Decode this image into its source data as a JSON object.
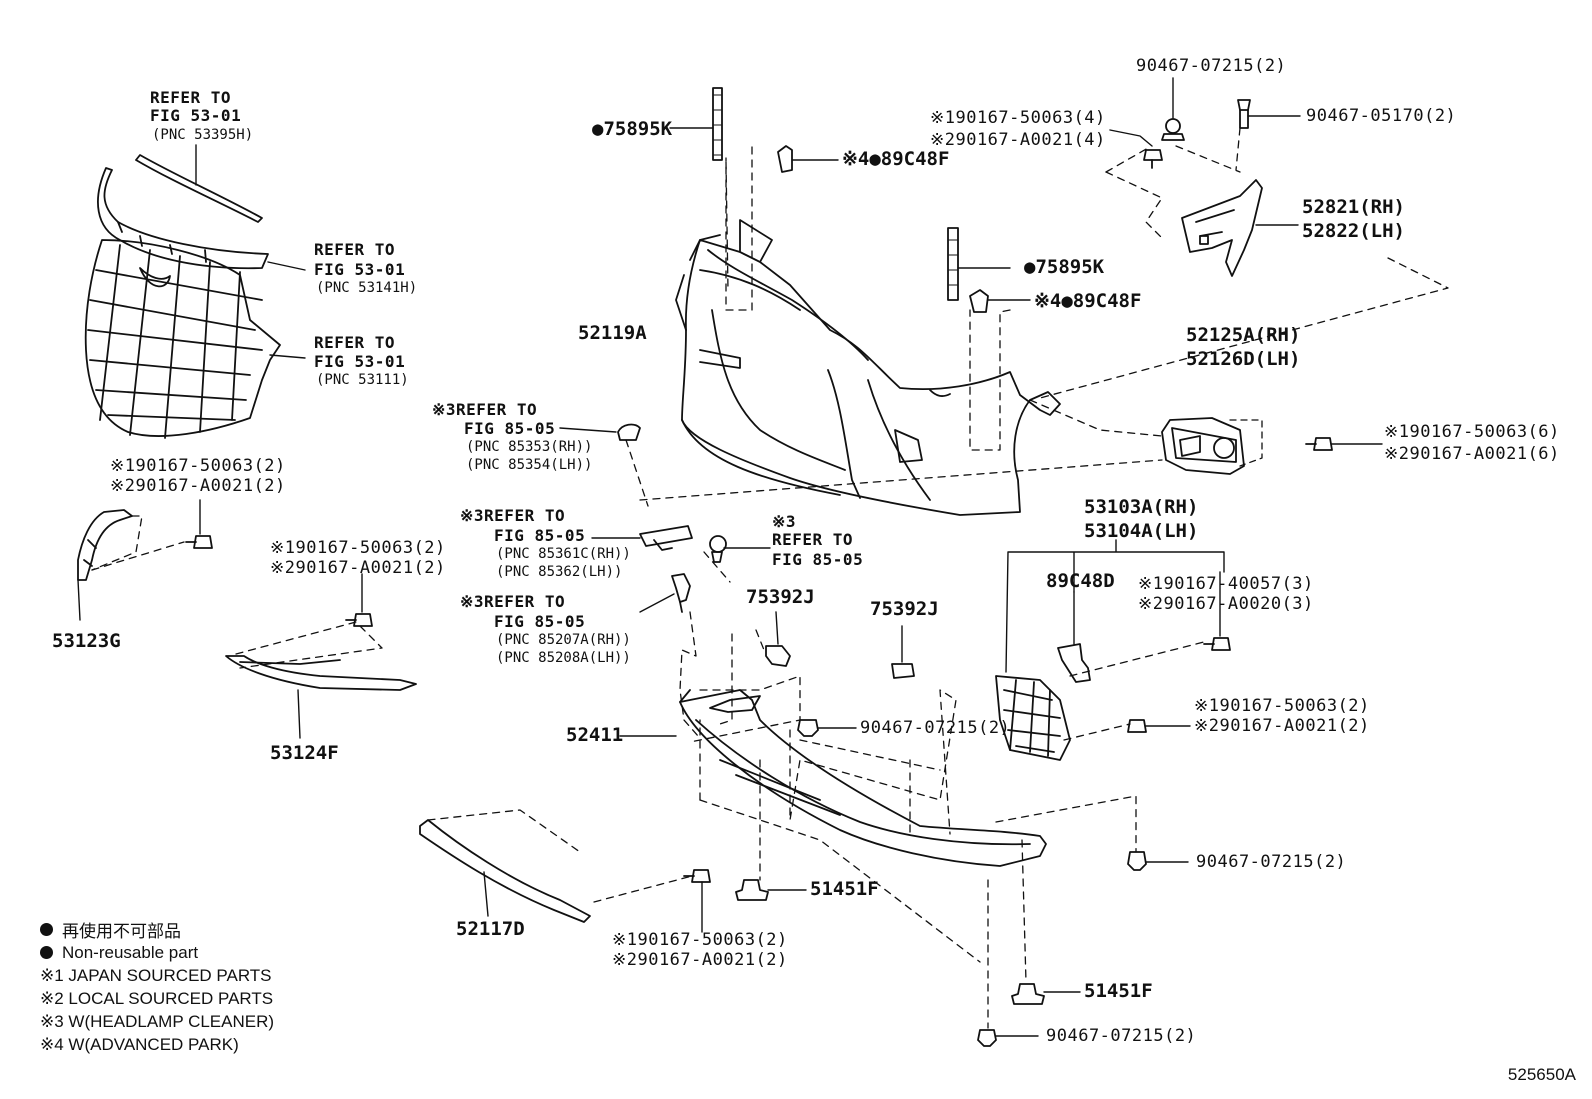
{
  "diagram": {
    "figure_id": "525650A",
    "labels": {
      "ref_53395h_a": "REFER TO",
      "ref_53395h_b": "FIG 53-01",
      "ref_53395h_c": "(PNC 53395H)",
      "ref_53141h_a": "REFER TO",
      "ref_53141h_b": "FIG 53-01",
      "ref_53141h_c": "(PNC 53141H)",
      "ref_53111_a": "REFER TO",
      "ref_53111_b": "FIG 53-01",
      "ref_53111_c": "(PNC 53111)",
      "p75895k_top": "●75895K",
      "p89c48f_top": "※4●89C48F",
      "p90467_07215_top": "90467-07215(2)",
      "p90467_05170": "90467-05170(2)",
      "p90167_50063_4": "※190167-50063(4)",
      "p90167_a0021_4": "※290167-A0021(4)",
      "p52821": "52821(RH)",
      "p52822": "52822(LH)",
      "p75895k_mid": "●75895K",
      "p89c48f_mid": "※4●89C48F",
      "p52119a": "52119A",
      "p52125a": "52125A(RH)",
      "p52126d": "52126D(LH)",
      "p90167_50063_6": "※190167-50063(6)",
      "p90167_a0021_6": "※290167-A0021(6)",
      "ref_85353_a": "※3REFER TO",
      "ref_85353_b": "FIG 85-05",
      "ref_85353_c": "(PNC 85353(RH))",
      "ref_85353_d": "(PNC 85354(LH))",
      "p90167_50063_2a": "※190167-50063(2)",
      "p90167_a0021_2a": "※290167-A0021(2)",
      "ref_85361_a": "※3REFER TO",
      "ref_85361_b": "FIG 85-05",
      "ref_85361_c": "(PNC 85361C(RH))",
      "ref_85361_d": "(PNC 85362(LH))",
      "ref_nozzle_a": "※3",
      "ref_nozzle_b": "REFER TO",
      "ref_nozzle_c": "FIG 85-05",
      "p53103a": "53103A(RH)",
      "p53104a": "53104A(LH)",
      "p90167_50063_2b": "※190167-50063(2)",
      "p90167_a0021_2b": "※290167-A0021(2)",
      "p53123g": "53123G",
      "p89c48d": "89C48D",
      "p90167_40057": "※190167-40057(3)",
      "p90167_a0020": "※290167-A0020(3)",
      "ref_85207_a": "※3REFER TO",
      "ref_85207_b": "FIG 85-05",
      "ref_85207_c": "(PNC 85207A(RH))",
      "ref_85207_d": "(PNC 85208A(LH))",
      "p75392j_a": "75392J",
      "p75392j_b": "75392J",
      "p52411": "52411",
      "p90467_07215_mid": "90467-07215(2)",
      "p90167_50063_2c": "※190167-50063(2)",
      "p90167_a0021_2c": "※290167-A0021(2)",
      "p53124f": "53124F",
      "p90467_07215_right": "90467-07215(2)",
      "p51451f_a": "51451F",
      "p52117d": "52117D",
      "p90167_50063_2d": "※190167-50063(2)",
      "p90167_a0021_2d": "※290167-A0021(2)",
      "p51451f_b": "51451F",
      "p90467_07215_bottom": "90467-07215(2)"
    },
    "legend": {
      "non_reusable_jp": "再使用不可部品",
      "non_reusable_en": "Non-reusable part",
      "note1": "※1 JAPAN SOURCED PARTS",
      "note2": "※2 LOCAL SOURCED PARTS",
      "note3": "※3 W(HEADLAMP CLEANER)",
      "note4": "※4 W(ADVANCED PARK)"
    }
  }
}
